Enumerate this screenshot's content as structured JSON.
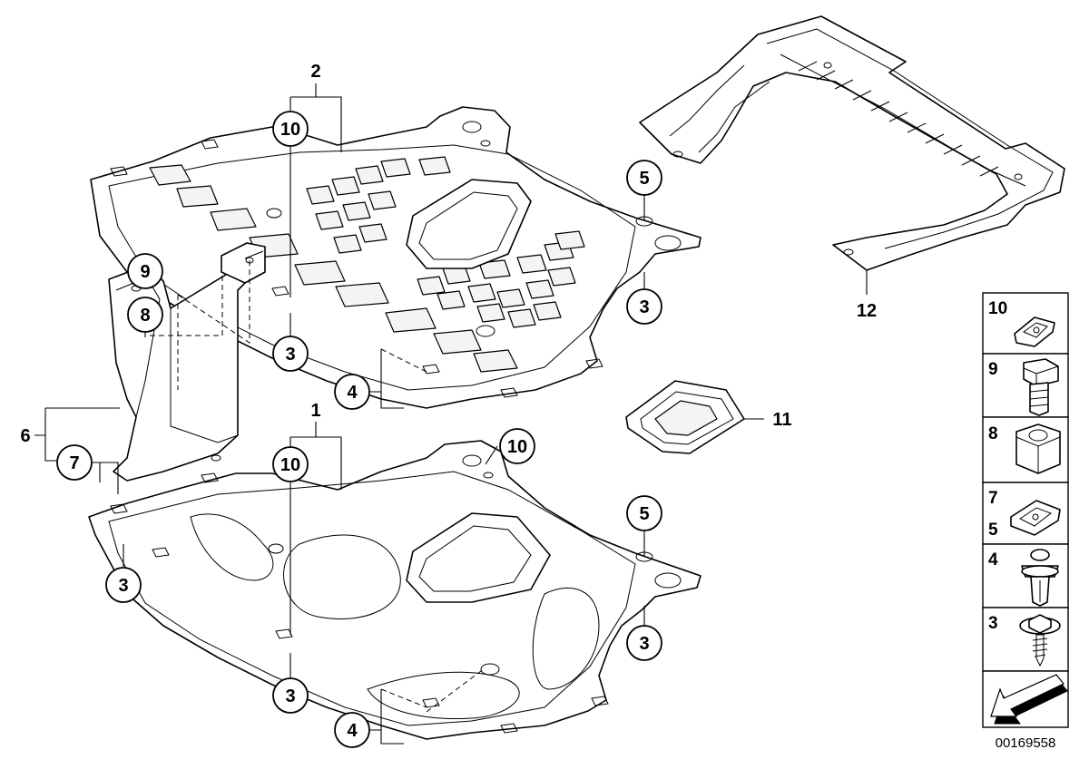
{
  "callouts": {
    "c2": "2",
    "c10_top": "10",
    "c5_top": "5",
    "c3_top_right": "3",
    "c3_top_mid": "3",
    "c4_top": "4",
    "c9": "9",
    "c8": "8",
    "c6": "6",
    "c7": "7",
    "c1": "1",
    "c10_bottom": "10",
    "c10_bottom_right": "10",
    "c5_bottom": "5",
    "c3_bottom_left": "3",
    "c3_bottom_right": "3",
    "c3_bottom_mid": "3",
    "c4_bottom": "4",
    "c11": "11",
    "c12": "12"
  },
  "legend": {
    "items": [
      {
        "labels": [
          "10"
        ],
        "icon": "clip-nut-icon"
      },
      {
        "labels": [
          "9"
        ],
        "icon": "hex-bolt-icon"
      },
      {
        "labels": [
          "8"
        ],
        "icon": "hex-nut-icon"
      },
      {
        "labels": [
          "7",
          "5"
        ],
        "icon": "spring-nut-icon"
      },
      {
        "labels": [
          "4"
        ],
        "icon": "expanding-rivet-icon"
      },
      {
        "labels": [
          "3"
        ],
        "icon": "tapping-screw-icon"
      }
    ],
    "arrow_icon": "direction-arrow-icon"
  },
  "doc_number": "00169558"
}
